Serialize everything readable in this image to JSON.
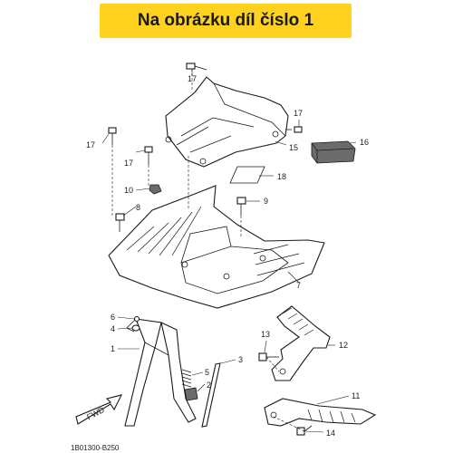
{
  "banner": {
    "title": "Na obrázku díl číslo 1"
  },
  "diagram_code": "1B01300-B250",
  "fwd_label": "FWD",
  "callouts": {
    "c1": "1",
    "c2": "2",
    "c3": "3",
    "c4": "4",
    "c5": "5",
    "c6": "6",
    "c7": "7",
    "c8": "8",
    "c9": "9",
    "c10": "10",
    "c11": "11",
    "c12": "12",
    "c13": "13",
    "c14": "14",
    "c15": "15",
    "c16": "16",
    "c17a": "17",
    "c17b": "17",
    "c17c": "17",
    "c17d": "17",
    "c18": "18"
  },
  "colors": {
    "banner": "#ffd21f",
    "ink": "#1a1a1a"
  }
}
